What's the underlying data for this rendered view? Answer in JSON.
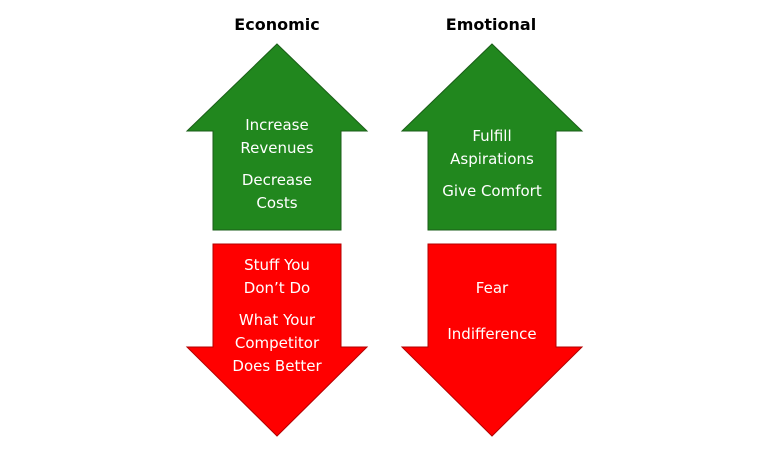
{
  "columns": [
    {
      "title": "Economic",
      "up": {
        "color": "#21871e",
        "items": [
          [
            "Increase",
            "Revenues"
          ],
          [
            "Decrease",
            "Costs"
          ]
        ]
      },
      "down": {
        "color": "#ff0000",
        "items": [
          [
            "Stuff You",
            "Don’t Do"
          ],
          [
            "What Your",
            "Competitor",
            "Does Better"
          ]
        ]
      }
    },
    {
      "title": "Emotional",
      "up": {
        "color": "#21871e",
        "items": [
          [
            "Fulfill",
            "Aspirations"
          ],
          [
            "Give Comfort"
          ]
        ]
      },
      "down": {
        "color": "#ff0000",
        "items": [
          [
            "Fear"
          ],
          [
            "Indifference"
          ]
        ]
      }
    }
  ]
}
